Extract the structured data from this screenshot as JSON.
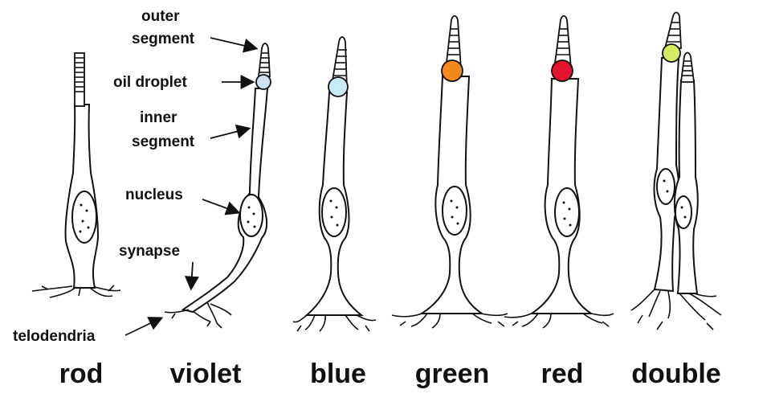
{
  "labels": {
    "outer_segment_line1": "outer",
    "outer_segment_line2": "segment",
    "oil_droplet": "oil droplet",
    "inner_segment_line1": "inner",
    "inner_segment_line2": "segment",
    "nucleus": "nucleus",
    "synapse": "synapse",
    "telodendria": "telodendria"
  },
  "cells": [
    {
      "name": "rod",
      "droplet_color": null
    },
    {
      "name": "violet",
      "droplet_color": "#cfe2f1"
    },
    {
      "name": "blue",
      "droplet_color": "#c8ecf4"
    },
    {
      "name": "green",
      "droplet_color": "#f3891d"
    },
    {
      "name": "red",
      "droplet_color": "#e5142c"
    },
    {
      "name": "double",
      "droplet_color": "#d6ec63"
    }
  ],
  "colors": {
    "line": "#111111",
    "background": "#ffffff"
  }
}
